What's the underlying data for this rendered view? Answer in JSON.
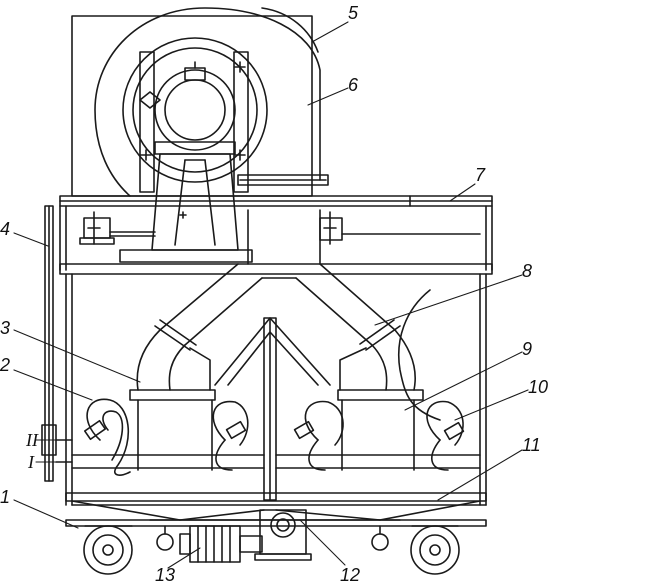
{
  "labels": {
    "l1": "1",
    "l2": "2",
    "l3": "3",
    "l4": "4",
    "l5": "5",
    "l6": "6",
    "l7": "7",
    "l8": "8",
    "l9": "9",
    "l10": "10",
    "l11": "11",
    "l12": "12",
    "l13": "13",
    "lI": "I",
    "lII": "II"
  }
}
